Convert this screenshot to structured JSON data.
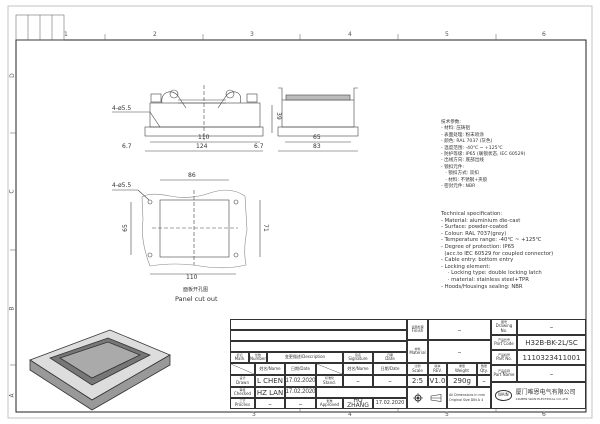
{
  "sheet": {
    "column_zones": [
      "1",
      "2",
      "3",
      "4",
      "5",
      "6"
    ],
    "row_zones": [
      "D",
      "C",
      "B",
      "A"
    ],
    "bottom_zones": [
      "3",
      "4",
      "5",
      "6"
    ]
  },
  "views": {
    "front": {
      "hole_label": "4-ø5.5",
      "dim_height": "39",
      "dim_inner": "110",
      "dim_outer": "124",
      "dim_offset_left": "6.7",
      "dim_offset_right": "6.7"
    },
    "side": {
      "dim_inner": "65",
      "dim_outer": "83"
    },
    "cutout": {
      "hole_label": "4-ø5.5",
      "dim_width": "86",
      "dim_height_left": "65",
      "dim_height_right": "71",
      "dim_hole_spacing": "110",
      "caption_cn": "面板开孔图",
      "caption_en": "Panel cut out"
    }
  },
  "specs_cn": {
    "title": "技术参数:",
    "items": [
      "- 材料: 压铸铝",
      "- 表面处理: 粉末喷涂",
      "- 颜色: RAL 7037 (灰色)",
      "- 温度范围: -40℃ ~ +125℃",
      "- 防护等级: IP65 (联锁状态, IEC 60529)",
      "- 出线方向: 底部出线",
      "- 锁扣元件:",
      "   · 锁扣方式: 双扣",
      "   · 材料: 不锈钢+夹胶",
      "- 密封元件: NBR"
    ]
  },
  "specs_en": {
    "title": "Technical specification:",
    "items": [
      "- Material: aluminium die-cast",
      "- Surface: powder-coated",
      "- Colour: RAL 7037(grey)",
      "- Temperature range: -40℃ ~ +125℃",
      "- Degree of protection: IP65",
      "  (acc.to IEC 60529 for coupled connector)",
      "- Cable entry: bottom entry",
      "- Locking element:",
      "    · Locking type: double locking latch",
      "    · material: stainless steel+TPR",
      "- Hoods/Housings sealing: NBR"
    ]
  },
  "title_block": {
    "mark_cn": "标记",
    "mark": "Mark",
    "number_cn": "处数",
    "number": "Number",
    "description": "变更描述/Description",
    "signature_cn": "签名",
    "signature": "Signature",
    "date_cn": "日期",
    "date": "Date",
    "name_hdr": "姓名/Name",
    "date_hdr": "日期/Date",
    "drawn_cn": "设计",
    "drawn": "Drawn",
    "drawn_name": "L CHEN",
    "drawn_date": "17.02.2020",
    "stand_cn": "标准化",
    "stand": "Stand.",
    "stand_name": "–",
    "stand_date": "–",
    "checked_cn": "审核",
    "checked": "Checked",
    "checked_name": "HZ LAN",
    "checked_date": "17.02.2020",
    "process_cn": "工艺",
    "process": "Process",
    "process_name": "–",
    "process_date": "–",
    "approved_cn": "批准",
    "approved": "Approved",
    "approved_name": "HQ ZHANG",
    "approved_date": "17.02.2020",
    "finish_cn": "表面处理",
    "finish": "Finish",
    "finish_value": "–",
    "material_cn": "材料",
    "material": "Material",
    "material_value": "–",
    "scale_cn": "比例",
    "scale": "Scale",
    "scale_value": "2:5",
    "rev_cn": "版本",
    "rev": "REV.",
    "rev_value": "V1.0",
    "weight_cn": "重量",
    "weight": "Weight",
    "weight_value": "290g",
    "qty_cn": "数量",
    "qty": "Qty.",
    "qty_value": "–",
    "dims_note": "All Dimensions in mm",
    "size_note": "Original Size DIN A 4",
    "drawing_no_cn": "图号",
    "drawing_no": "Drawing No.",
    "drawing_no_value": "–",
    "part_code_cn": "产品代号",
    "part_code": "Part Code",
    "part_code_value": "H32B-BK-2L/SC",
    "part_no_cn": "产品料号",
    "part_no": "Part No.",
    "part_no_value": "1110323411001",
    "part_name_cn": "产品名称",
    "part_name": "Part Name",
    "part_name_value": "–",
    "logo_text": "WAIN",
    "company_cn": "厦门唯恩电气有限公司",
    "company_en": "XIAMEN WAIN ELECTRICAL CO.,LTD"
  }
}
